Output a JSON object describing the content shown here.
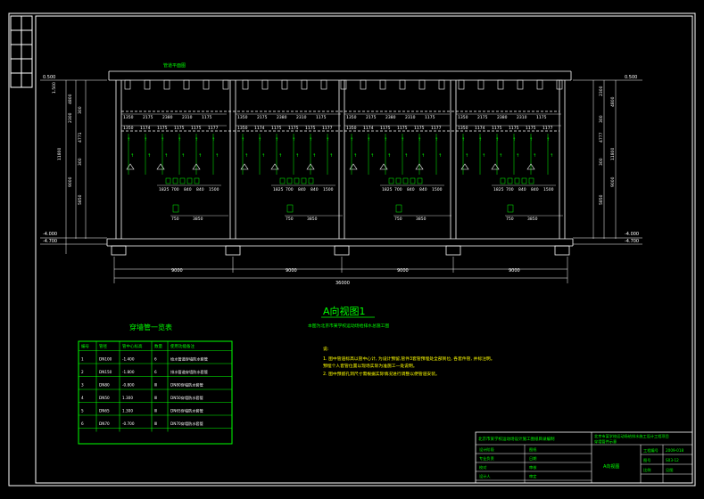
{
  "drawing": {
    "title": "A向视图1",
    "subtitle": "本图为北京市某学校运动场给排水总施工图",
    "top_label": "管道平面图",
    "elevations": {
      "left_top": "0.500",
      "right_top": "0.500",
      "left_bottom": "-4.000",
      "left_bottom2": "-4.700",
      "right_bottom": "-4.000",
      "right_bottom2": "-4.700"
    },
    "vertical_dims": {
      "left": [
        "1.500",
        "4800",
        "2300",
        "300",
        "4771",
        "300",
        "11800",
        "9000",
        "5850"
      ],
      "right": [
        "2300",
        "4800",
        "300",
        "4777",
        "300",
        "11800",
        "9000",
        "5850"
      ]
    },
    "row1_dims": [
      "1350",
      "2175",
      "2380",
      "2310",
      "1175"
    ],
    "row2_dims": [
      "1350",
      "1174",
      "1175",
      "1175",
      "1175",
      "1177"
    ],
    "row3_dims": [
      "1825",
      "700",
      "840",
      "840",
      "1500"
    ],
    "row4_dims": [
      "750",
      "3850"
    ],
    "bay_dims": [
      "9000",
      "9000",
      "9000",
      "9000"
    ],
    "total_dim": "36000"
  },
  "notes": {
    "heading": "说:",
    "lines": [
      "1. 图中管道标高以管中心计, 为设计预留,管件3套管预埋处全部到位, 各套件管, 并标注明。",
      "   预埋个人套管位置以现场实际为准施工一处说明。",
      "2. 图中预留孔洞尺寸需根据实际情况进行调整以便管道安装。"
    ]
  },
  "table": {
    "title": "穿墙管一览表",
    "headers": [
      "编号",
      "管径",
      "管中心标高",
      "数量",
      "使用功能备注"
    ],
    "rows": [
      [
        "1",
        "DN100",
        "-1.400",
        "6",
        "给水管道穿墙防水套管"
      ],
      [
        "2",
        "DN150",
        "-1.800",
        "6",
        "排水管道穿墙防水套管"
      ],
      [
        "3",
        "DN80",
        "-0.800",
        "Ⅲ",
        "DN80穿墙防水套管"
      ],
      [
        "4",
        "DN50",
        "1.300",
        "Ⅲ",
        "DN50穿墙防水套管"
      ],
      [
        "5",
        "DN65",
        "1.300",
        "Ⅲ",
        "DN65穿墙防水套管"
      ],
      [
        "6",
        "DN70",
        "-0.700",
        "Ⅲ",
        "DN70穿墙防水套管"
      ]
    ]
  },
  "title_block": {
    "company": "北京市某学校运动场设计施工图纸目录编制",
    "project": "北京市某学校运动场给排水施工设计工程项目",
    "sheet_name": "穿墙管件示意",
    "drawing_name": "A向视图",
    "labels": [
      "设计阶段",
      "专业负责",
      "校对",
      "设计人"
    ],
    "values": [
      "图纸",
      "日期",
      "审核",
      "审定"
    ],
    "right": [
      [
        "工程编号",
        "2009-018"
      ],
      [
        "图号",
        "S03-12"
      ],
      [
        "比例",
        "见图"
      ]
    ]
  },
  "colors": {
    "drawing_lines": "#ffffff",
    "annotation": "#00ff00",
    "frame": "#ffffff",
    "background": "#000000"
  }
}
